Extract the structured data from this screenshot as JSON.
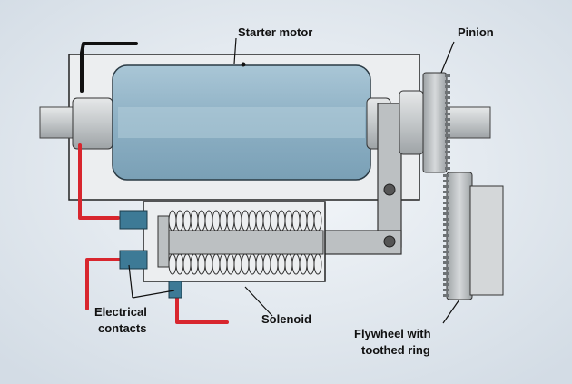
{
  "labels": {
    "starter_motor": "Starter motor",
    "pinion": "Pinion",
    "electrical_contacts_line1": "Electrical",
    "electrical_contacts_line2": "contacts",
    "solenoid": "Solenoid",
    "flywheel_line1": "Flywheel with",
    "flywheel_line2": "toothed ring"
  },
  "colors": {
    "background": "#dfe6ee",
    "housing": "#e9ecef",
    "armature": "#8fb2c6",
    "shaft": "#c8ccce",
    "wire": "#d8262e",
    "contact": "#3d7a96",
    "lever": "#b9bdbe",
    "outline": "#222222"
  }
}
